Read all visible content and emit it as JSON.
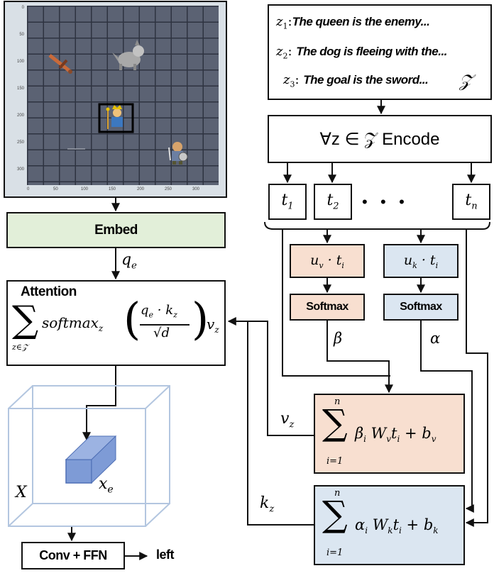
{
  "game": {
    "y_ticks": [
      "0",
      "50",
      "100",
      "150",
      "200",
      "250",
      "300"
    ],
    "x_ticks": [
      "0",
      "50",
      "100",
      "150",
      "200",
      "250",
      "300"
    ]
  },
  "embed": {
    "label": "Embed",
    "query_label": "q_e"
  },
  "attention": {
    "title": "Attention",
    "sum_sub": "z∈𝒵",
    "softmax_text": "softmax",
    "softmax_sub": "z",
    "num": "q",
    "num_sub": "e",
    "dot": " · ",
    "k": "k",
    "k_sub": "z",
    "den": "√d",
    "v": "v",
    "v_sub": "z"
  },
  "map_tensor": {
    "x_label": "X",
    "xe_label": "x",
    "xe_sub": "e"
  },
  "conv": {
    "label": "Conv + FFN",
    "output": "left"
  },
  "texts": {
    "z1_var": "z",
    "z1_sub": "1",
    "z1_text": "The queen is the enemy...",
    "z2_var": "z",
    "z2_sub": "2",
    "z2_text": "The dog is fleeing with the...",
    "z3_var": "z",
    "z3_sub": "3",
    "z3_text": "The goal is the sword...",
    "set_symbol": "𝒵"
  },
  "encode": {
    "label": "∀z ∈ 𝒵 Encode"
  },
  "tokens": {
    "t1": "t",
    "t1_sub": "1",
    "t2": "t",
    "t2_sub": "2",
    "dots": "•   •   •",
    "tn": "t",
    "tn_sub": "n"
  },
  "value_branch": {
    "proj": "u",
    "proj_sub": "v",
    "proj_rest": " · t",
    "proj_rest_sub": "i",
    "softmax": "Softmax",
    "weight": "β",
    "out_label": "v",
    "out_sub": "z",
    "sum_top": "n",
    "sum_bot": "i=1",
    "coef": "β",
    "coef_sub": "i",
    "W": " W",
    "W_sub": "v",
    "t": "t",
    "t_sub": "i",
    "plus": " + b",
    "b_sub": "v"
  },
  "key_branch": {
    "proj": "u",
    "proj_sub": "k",
    "proj_rest": " · t",
    "proj_rest_sub": "i",
    "softmax": "Softmax",
    "weight": "α",
    "out_label": "k",
    "out_sub": "z",
    "sum_top": "n",
    "sum_bot": "i=1",
    "coef": "α",
    "coef_sub": "i",
    "W": " W",
    "W_sub": "k",
    "t": "t",
    "t_sub": "i",
    "plus": " + b",
    "b_sub": "k"
  },
  "colors": {
    "value_fill": "#f8dfd0",
    "key_fill": "#dbe6f1",
    "embed_fill": "#e2efd9",
    "game_bg": "#5b6273",
    "cube": "#b3c6e0",
    "block": "#7e9bd6"
  }
}
